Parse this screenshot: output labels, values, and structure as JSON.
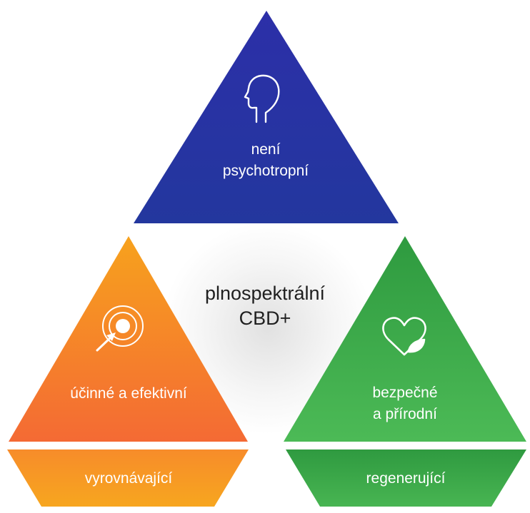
{
  "top": {
    "line1": "není",
    "line2": "psychotropní",
    "icon": "head-profile-icon"
  },
  "center": {
    "line1": "plnospektrální",
    "line2": "CBD+"
  },
  "left": {
    "label": "účinné a efektivní",
    "base": "vyrovnávající",
    "icon": "target-icon"
  },
  "right": {
    "line1": "bezpečné",
    "line2": "a přírodní",
    "base": "regenerující",
    "icon": "heart-leaf-icon"
  },
  "colors": {
    "blue": "#2a35a3",
    "orange": "#f57f2c",
    "green": "#3ea94b"
  }
}
